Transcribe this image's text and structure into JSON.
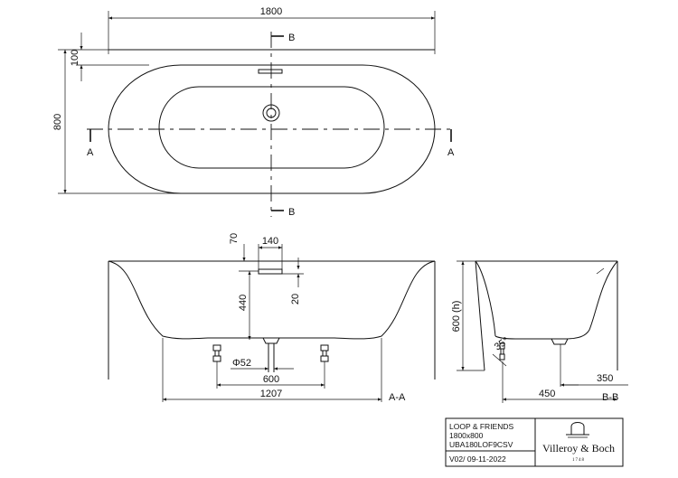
{
  "plan_view": {
    "width_dim": "1800",
    "depth_dim": "800",
    "rim_dim": "100",
    "section_a_left": "A",
    "section_a_right": "A",
    "section_b_top": "B",
    "section_b_bottom": "B"
  },
  "section_aa": {
    "dim_70": "70",
    "dim_140": "140",
    "dim_440": "440",
    "dim_20": "20",
    "dim_phi52": "Φ52",
    "dim_600": "600",
    "dim_1207": "1207",
    "label": "A-A"
  },
  "section_bb": {
    "dim_height": "600 (h)",
    "dim_angle": "35°",
    "dim_350": "350",
    "dim_450": "450",
    "label": "B-B"
  },
  "title_block": {
    "line1": "LOOP & FRIENDS",
    "line2": "1800x800",
    "line3": "UBA180LOF9CSV",
    "version": "V02/ 09-11-2022",
    "brand": "Villeroy & Boch",
    "brand_year": "1748"
  }
}
